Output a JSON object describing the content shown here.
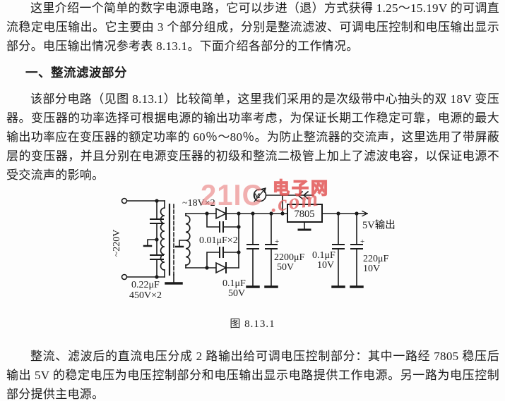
{
  "document": {
    "paragraph_intro": "这里介绍一个简单的数字电源电路，它可以步进（退）方式获得 1.25～15.19V 的可调直流稳定电压输出。它主要由 3 个部分组成，分别是整流滤波、可调电压控制和电压输出显示部分。电压输出情况参考表 8.13.1。下面介绍各部分的工作情况。",
    "section_heading": "一、整流滤波部分",
    "paragraph_section": "该部分电路（见图 8.13.1）比较简单，这里我们采用的是次级带中心抽头的双 18V 变压器。变压器的功率选择可根据电源的输出功率考虑，为保证长期工作稳定可靠，电源的最大输出功率应在变压器的额定功率的 60％～80％。为防止整流器的交流声，这里选用了带屏蔽层的变压器，并且分别在电源变压器的初级和整流二极管上加上了滤波电容，以保证电源不受交流声的影响。",
    "figure_caption": "图 8.13.1",
    "paragraph_after": "整流、滤波后的直流电压分成 2 路输出给可调电压控制部分：其中一路经 7805 稳压后输出 5V 的稳定电压为电压控制部分和电压输出显示电路提供工作电源。另一路为电压控制部分提供主电源。"
  },
  "figure": {
    "mains_label": "~220V",
    "mains_cap_value": "0.22μF",
    "mains_cap_rating": "450V×2",
    "secondary_label": "~18V×2",
    "diode_cap_label": "0.01μF×2",
    "filter_cap1_value": "0.1μF",
    "filter_cap1_rating": "50V",
    "filter_cap2_value": "2200μF",
    "filter_cap2_rating": "50V",
    "regulator_label": "7805",
    "out_cap1_value": "0.1μF",
    "out_cap1_rating": "10V",
    "out_cap2_value": "220μF",
    "out_cap2_rating": "10V",
    "output_label": "5V输出",
    "node_m_label": "M",
    "plus": "+"
  },
  "watermark": {
    "brand": "21IC",
    "site_cn": "电子网",
    "domain": ".com"
  },
  "colors": {
    "ink": "#1b1b1b",
    "paper": "#fdfdfd",
    "watermark_pink": "#e97b7b",
    "watermark_red": "#e04b4b"
  }
}
